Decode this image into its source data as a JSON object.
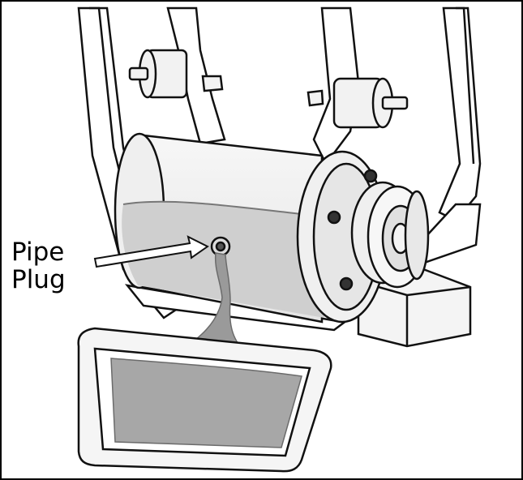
{
  "callout": {
    "line1": "Pipe",
    "line2": "Plug"
  },
  "colors": {
    "line": "#111111",
    "metal_light": "#f2f2f2",
    "metal_mid": "#d9d9d9",
    "oil": "#9a9a9a",
    "oil_surface": "#a7a7a7",
    "oil_fill_in_tank": "#cfcfcf"
  },
  "icons": {
    "arrow": "callout-arrow",
    "plug": "pipe-plug"
  }
}
